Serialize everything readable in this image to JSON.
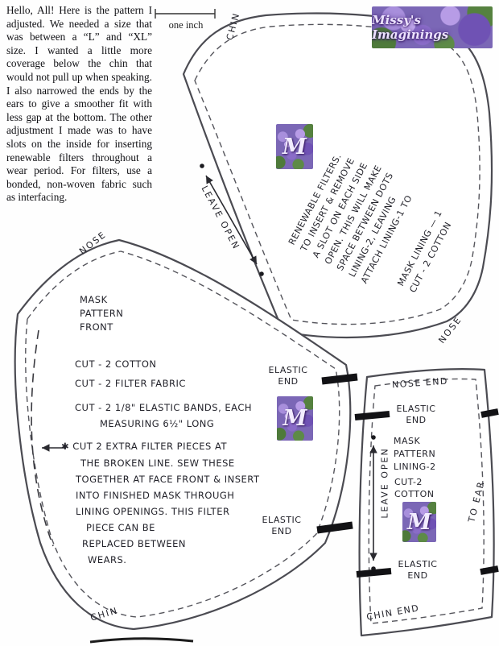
{
  "colors": {
    "logo_purple": "#7b67b6",
    "ink": "#23232b"
  },
  "intro": {
    "text": "Hello, All! Here is the pattern I adjusted. We needed a size that was between a “L” and “XL” size. I wanted a little more coverage below the chin that would not pull up when speaking. I also narrowed the ends by the ears to give a smoother fit with less gap at the bottom. The other adjustment I made was to have slots on the inside for inserting renewable filters throughout a wear period. For filters, use a bonded, non-woven fabric such as interfacing."
  },
  "ruler": {
    "label": "one inch"
  },
  "logo": {
    "title": "Missy's Imaginings",
    "monogram": "M"
  },
  "lining1": {
    "chin_label": "CHIN",
    "nose_label": "NOSE",
    "leave_open_label": "LEAVE OPEN",
    "title_lines": [
      "MASK  LINING — 1",
      "CUT - 2  COTTON"
    ],
    "instruction_lines": [
      "ATTACH LINING-1 TO",
      "LINING-2, LEAVING",
      "SPACE BETWEEN DOTS",
      "OPEN. THIS WILL MAKE",
      "A SLOT ON EACH SIDE",
      "TO INSERT & REMOVE",
      "RENEWABLE  FILTERS."
    ]
  },
  "front": {
    "nose_label": "NOSE",
    "chin_label": "CHIN",
    "title_lines": [
      "MASK",
      "PATTERN",
      "FRONT"
    ],
    "cut_cotton": "CUT - 2   COTTON",
    "cut_filter": "CUT - 2   FILTER  FABRIC",
    "elastic_line1": "CUT - 2    1/8\" ELASTIC BANDS, EACH",
    "elastic_line2": "MEASURING  6½\" LONG",
    "filter_note_lines": [
      "✱ CUT  2  EXTRA FILTER PIECES AT",
      "THE BROKEN LINE.  SEW THESE",
      "TOGETHER AT FACE FRONT & INSERT",
      "INTO FINISHED MASK THROUGH",
      "LINING OPENINGS.  THIS FILTER",
      "PIECE CAN BE",
      "REPLACED BETWEEN",
      "WEARS."
    ],
    "elastic_end_top": "ELASTIC\nEND",
    "elastic_end_bottom": "ELASTIC\nEND"
  },
  "lining2": {
    "nose_end_label": "NOSE END",
    "chin_end_label": "CHIN END",
    "elastic_end_top": "ELASTIC\nEND",
    "elastic_end_bottom": "ELASTIC\nEND",
    "leave_open_label": "LEAVE OPEN",
    "to_ear_label": "TO EAR",
    "title_lines": [
      "MASK",
      "PATTERN",
      "LINING-2"
    ],
    "cut_lines": [
      "CUT-2",
      "COTTON"
    ]
  }
}
